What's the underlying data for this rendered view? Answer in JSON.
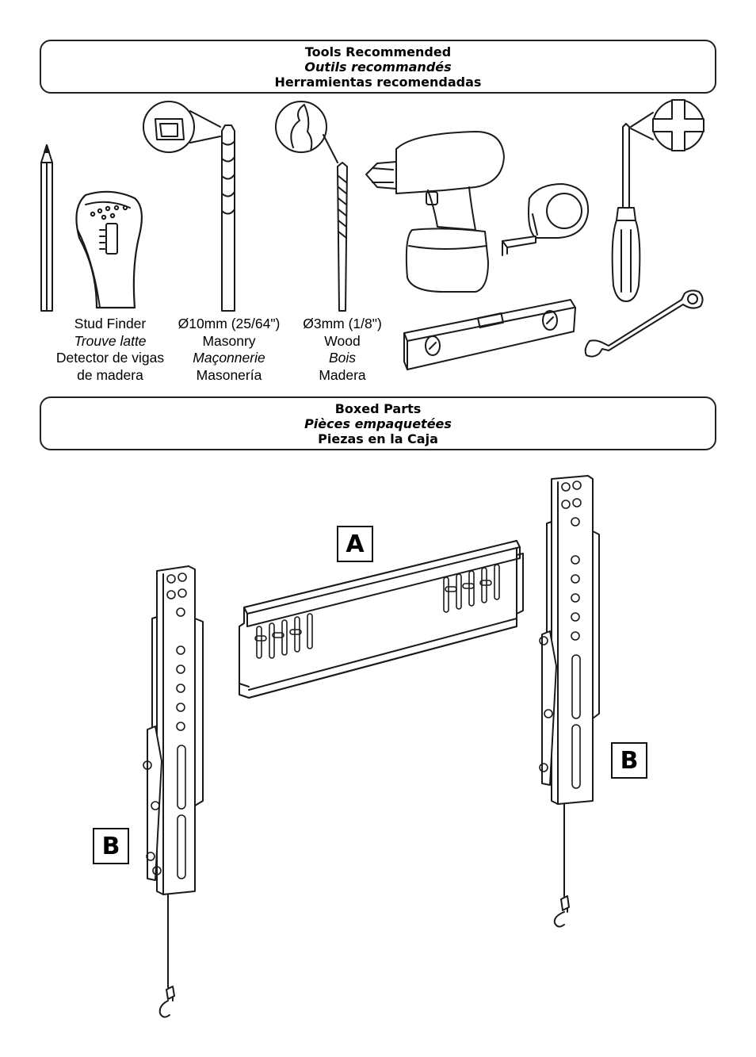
{
  "tools_section": {
    "title_en": "Tools Recommended",
    "title_fr": "Outils recommandés",
    "title_es": "Herramientas recomendadas"
  },
  "tools": {
    "stud_finder": {
      "en": "Stud Finder",
      "fr": "Trouve latte",
      "es1": "Detector de vigas",
      "es2": "de madera"
    },
    "masonry_bit": {
      "size": "Ø10mm (25/64\")",
      "en": "Masonry",
      "fr": "Maçonnerie",
      "es": "Masonería"
    },
    "wood_bit": {
      "size": "Ø3mm (1/8\")",
      "en": "Wood",
      "fr": "Bois",
      "es": "Madera"
    }
  },
  "parts_section": {
    "title_en": "Boxed Parts",
    "title_fr": "Pièces empaquetées",
    "title_es": "Piezas en la Caja"
  },
  "parts": {
    "wall_plate_label": "A",
    "left_bracket_label": "B",
    "right_bracket_label": "B"
  },
  "colors": {
    "line": "#1a1a1a",
    "fill": "#ffffff"
  }
}
